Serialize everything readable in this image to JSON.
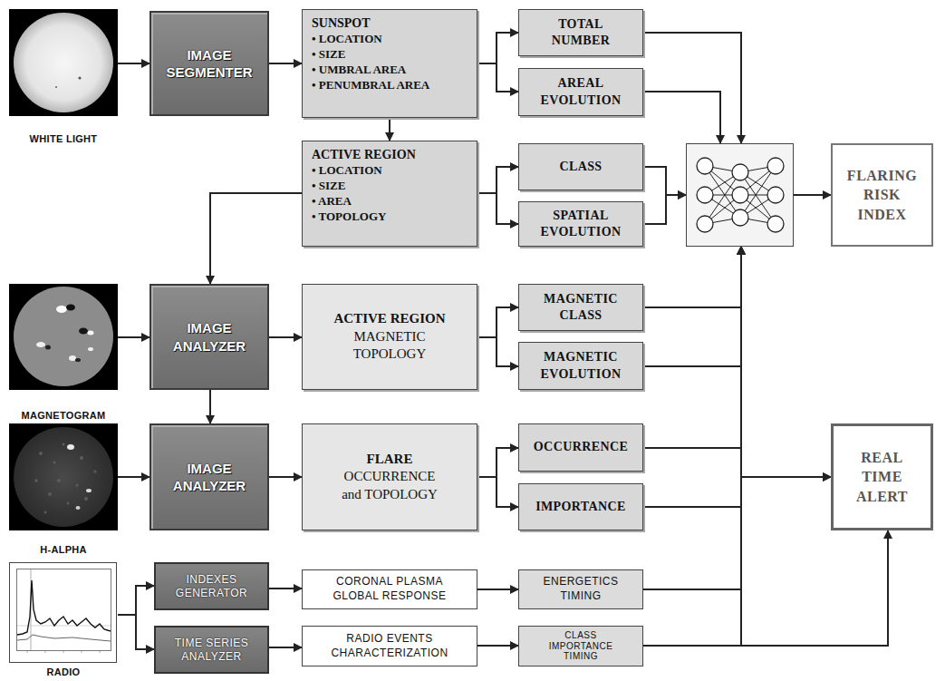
{
  "diagram": {
    "nodes": [
      {
        "text": [
          "WHITE LIGHT"
        ]
      },
      {
        "text": [
          "IMAGE SEGMENTER"
        ]
      },
      {
        "text": [
          "SUNSPOT",
          "• LOCATION",
          "• SIZE",
          "• UMBRAL AREA",
          "• PENUMBRAL AREA"
        ]
      },
      {
        "text": [
          "TOTAL NUMBER"
        ]
      },
      {
        "text": [
          "AREAL EVOLUTION"
        ]
      },
      {
        "text": [
          "ACTIVE REGION",
          "• LOCATION",
          "• SIZE",
          "• AREA",
          "• TOPOLOGY"
        ]
      },
      {
        "text": [
          "CLASS"
        ]
      },
      {
        "text": [
          "SPATIAL EVOLUTION"
        ]
      },
      {
        "text": []
      },
      {
        "text": [
          "FLARING RISK INDEX"
        ]
      },
      {
        "text": [
          "MAGNETOGRAM"
        ]
      },
      {
        "text": [
          "IMAGE ANALYZER"
        ]
      },
      {
        "text": [
          "ACTIVE REGION",
          "MAGNETIC TOPOLOGY"
        ]
      },
      {
        "text": [
          "MAGNETIC CLASS"
        ]
      },
      {
        "text": [
          "MAGNETIC EVOLUTION"
        ]
      },
      {
        "text": [
          "H-ALPHA"
        ]
      },
      {
        "text": [
          "IMAGE ANALYZER"
        ]
      },
      {
        "text": [
          "FLARE",
          "OCCURRENCE and TOPOLOGY"
        ]
      },
      {
        "text": [
          "OCCURRENCE"
        ]
      },
      {
        "text": [
          "IMPORTANCE"
        ]
      },
      {
        "text": [
          "REAL TIME ALERT"
        ]
      },
      {
        "text": [
          "RADIO"
        ]
      },
      {
        "text": [
          "INDEXES GENERATOR"
        ]
      },
      {
        "text": [
          "TIME SERIES ANALYZER"
        ]
      },
      {
        "text": [
          "CORONAL PLASMA GLOBAL RESPONSE"
        ]
      },
      {
        "text": [
          "RADIO EVENTS CHARACTERIZATION"
        ]
      },
      {
        "text": [
          "ENERGETICS TIMING"
        ]
      },
      {
        "text": [
          "CLASS IMPORTANCE TIMING"
        ]
      }
    ],
    "edges": [
      {
        "from": 0,
        "to": 1,
        "arrow": "to"
      },
      {
        "from": 1,
        "to": 2,
        "arrow": "to"
      },
      {
        "from": 2,
        "to": 3,
        "arrow": "to"
      },
      {
        "from": 2,
        "to": 4,
        "arrow": "to"
      },
      {
        "from": 2,
        "to": 5,
        "arrow": "to"
      },
      {
        "from": 5,
        "to": 6,
        "arrow": "to"
      },
      {
        "from": 5,
        "to": 7,
        "arrow": "to"
      },
      {
        "from": 3,
        "to": 8,
        "arrow": "to"
      },
      {
        "from": 4,
        "to": 8,
        "arrow": "to"
      },
      {
        "from": 6,
        "to": 8,
        "arrow": "to"
      },
      {
        "from": 7,
        "to": 8,
        "arrow": "to"
      },
      {
        "from": 8,
        "to": 9,
        "arrow": "to"
      },
      {
        "from": 5,
        "to": 11,
        "arrow": "to"
      },
      {
        "from": 10,
        "to": 11,
        "arrow": "to"
      },
      {
        "from": 11,
        "to": 12,
        "arrow": "to"
      },
      {
        "from": 12,
        "to": 13,
        "arrow": "to"
      },
      {
        "from": 12,
        "to": 14,
        "arrow": "to"
      },
      {
        "from": 13,
        "to": 8,
        "arrow": "to"
      },
      {
        "from": 14,
        "to": 8,
        "arrow": "to"
      },
      {
        "from": 11,
        "to": 16,
        "arrow": "to"
      },
      {
        "from": 15,
        "to": 16,
        "arrow": "to"
      },
      {
        "from": 16,
        "to": 17,
        "arrow": "to"
      },
      {
        "from": 17,
        "to": 18,
        "arrow": "to"
      },
      {
        "from": 17,
        "to": 19,
        "arrow": "to"
      },
      {
        "from": 18,
        "to": 8,
        "arrow": "to"
      },
      {
        "from": 19,
        "to": 8,
        "arrow": "to"
      },
      {
        "from": 18,
        "to": 20,
        "arrow": "to"
      },
      {
        "from": 19,
        "to": 20,
        "arrow": "to"
      },
      {
        "from": 21,
        "to": 22,
        "arrow": "to"
      },
      {
        "from": 21,
        "to": 23,
        "arrow": "to"
      },
      {
        "from": 22,
        "to": 24,
        "arrow": "to"
      },
      {
        "from": 23,
        "to": 25,
        "arrow": "to"
      },
      {
        "from": 24,
        "to": 26,
        "arrow": "to"
      },
      {
        "from": 25,
        "to": 27,
        "arrow": "to"
      },
      {
        "from": 26,
        "to": 8,
        "arrow": "to"
      },
      {
        "from": 27,
        "to": 8,
        "arrow": "to"
      },
      {
        "from": 27,
        "to": 20,
        "arrow": "to"
      }
    ]
  }
}
